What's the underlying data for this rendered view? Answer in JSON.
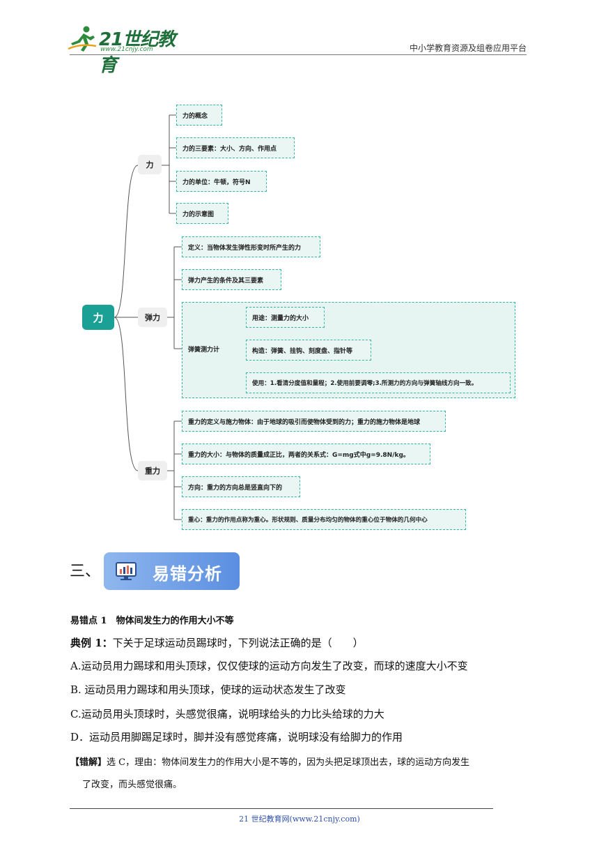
{
  "header": {
    "logo_main": "21世纪教育",
    "logo_sub": "www.21cnjy.com",
    "right_text": "中小学教育资源及组卷应用平台"
  },
  "mindmap": {
    "root": "力",
    "branch_force": {
      "label": "力",
      "items": [
        "力的概念",
        "力的三要素：大小、方向、作用点",
        "力的单位：牛顿，符号N",
        "力的示意图"
      ]
    },
    "branch_elastic": {
      "label": "弹力",
      "items": [
        "定义：当物体发生弹性形变时所产生的力",
        "弹力产生的条件及其三要素"
      ],
      "spring_scale": {
        "label": "弹簧测力计",
        "items": [
          "用途：测量力的大小",
          "构造：弹簧、挂钩、刻度盘、指针等",
          "使用：1.看清分度值和量程；2.使用前要调零;3.所测力的方向与弹簧轴线方向一致。"
        ]
      }
    },
    "branch_gravity": {
      "label": "重力",
      "items": [
        "重力的定义与施力物体：由于地球的吸引而使物体受到的力；重力的施力物体是地球",
        "重力的大小：与物体的质量成正比，两者的关系式：G=mg式中g=9.8N/kg。",
        "方向：重力的方向总是竖直向下的",
        "重心：重力的作用点称为重心。形状规则、质量分布均匀的物体的重心位于物体的几何中心"
      ]
    }
  },
  "section": {
    "number": "三、",
    "title": "易错分析"
  },
  "content": {
    "point_title": "易错点 1　物体间发生力的作用大小不等",
    "example_label": "典例 1：",
    "example_question": "下关于足球运动员踢球时，下列说法正确的是（　　）",
    "options": [
      "A.运动员用力踢球和用头顶球，仅仅使球的运动方向发生了改变，而球的速度大小不变",
      "B. 运动员用力踢球和用头顶球，使球的运动状态发生了改变",
      "C.运动员用头顶球时，头感觉很痛，说明球给头的力比头给球的力大",
      "D．运动员用脚踢足球时，脚并没有感觉疼痛，说明球没有给脚力的作用"
    ],
    "error_label": "【错解】",
    "error_text_1": "选 C，理由：物体间发生力的作用大小是不等的，因为头把足球顶出去，球的运动方向发生",
    "error_text_2": "了改变，而头感觉很痛。"
  },
  "footer": {
    "text": "21 世纪教育网(www.21cnjy.com)"
  }
}
